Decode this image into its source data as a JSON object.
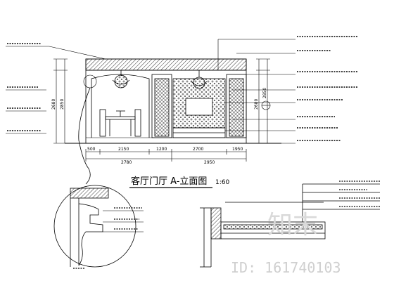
{
  "drawing": {
    "title": "客厅门厅 A-立面图",
    "scale": "1:60",
    "dims_top": [
      "500",
      "2150",
      "1200",
      "2700",
      "1950"
    ],
    "dims_bottom": [
      "2780",
      "2950"
    ],
    "dims_left": [
      "2680",
      "2850"
    ],
    "dims_right": [
      "2680",
      "2850"
    ]
  },
  "watermark": {
    "logo_text": "知末",
    "id_text": "ID: 161740103"
  },
  "colors": {
    "line": "#000000",
    "watermark": "#cccccc"
  }
}
